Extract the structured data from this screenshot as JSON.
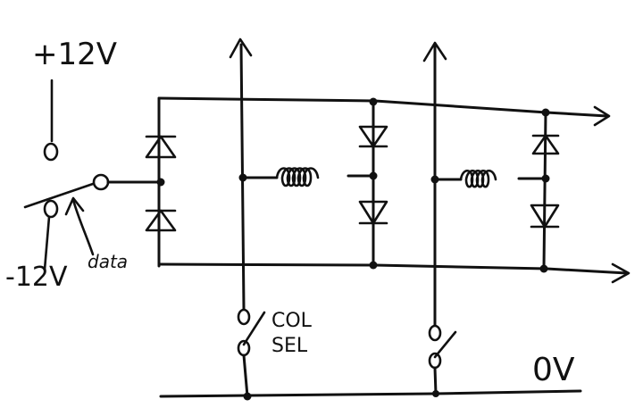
{
  "labels": {
    "plus_supply": "+12V",
    "minus_supply": "-12V",
    "data": "data",
    "col_sel_line1": "COL",
    "col_sel_line2": "SEL",
    "ground": "0V"
  },
  "colors": {
    "ink": "#111111",
    "background": "#ffffff"
  },
  "components": {
    "diodes": 6,
    "coils": 2,
    "column_switches": 2,
    "data_switch": 1
  }
}
